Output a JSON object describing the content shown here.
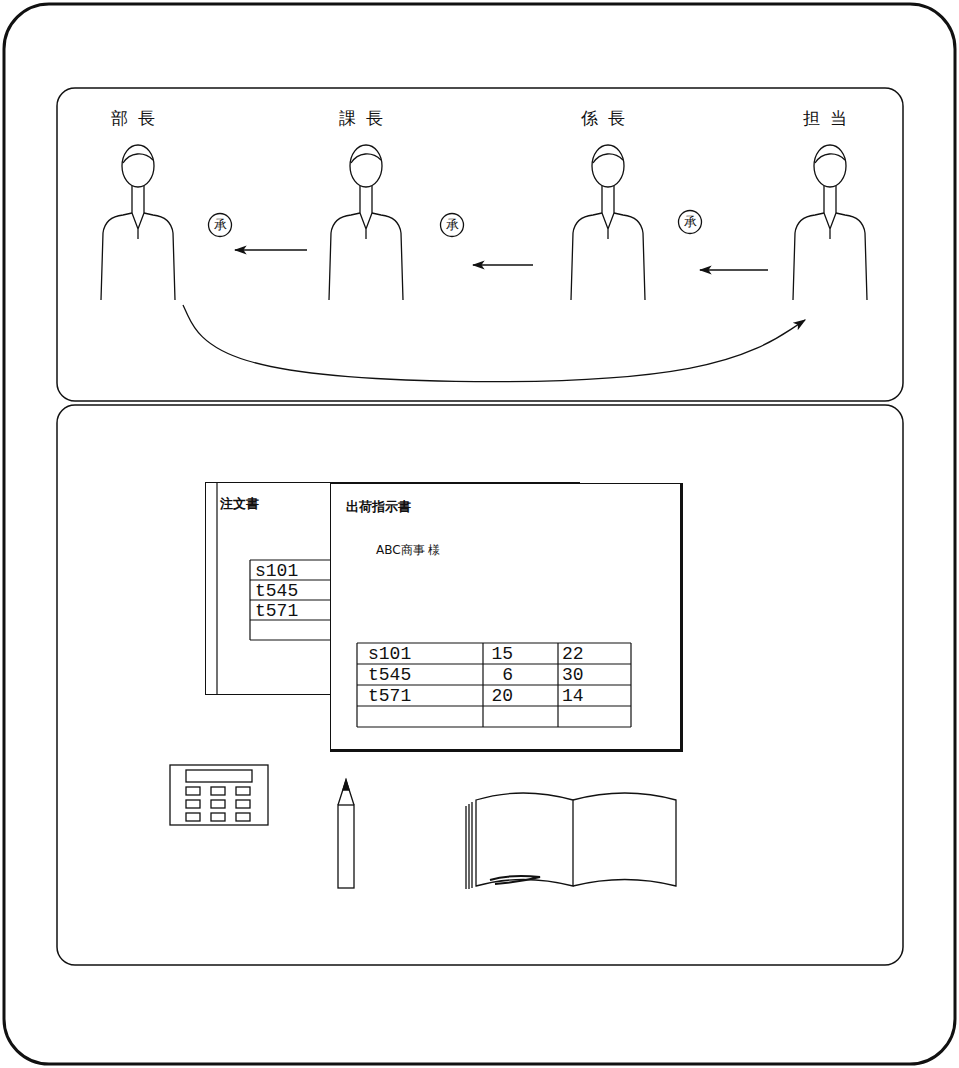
{
  "diagram": {
    "nodes": [
      {
        "text": [
          "部長"
        ]
      },
      {
        "text": [
          "承"
        ]
      },
      {
        "text": [
          "課長"
        ]
      },
      {
        "text": [
          "承"
        ]
      },
      {
        "text": [
          "係長"
        ]
      },
      {
        "text": [
          "承"
        ]
      },
      {
        "text": [
          "担当"
        ]
      },
      {
        "text": [
          "注文書"
        ]
      },
      {
        "text": [
          "出荷指示書",
          "ABC商事 様"
        ]
      }
    ],
    "edges": [
      {
        "from": 6,
        "to": 4,
        "arrow": "to"
      },
      {
        "from": 4,
        "to": 2,
        "arrow": "to"
      },
      {
        "from": 2,
        "to": 0,
        "arrow": "to"
      },
      {
        "from": 0,
        "to": 6,
        "arrow": "to"
      }
    ],
    "labels": [
      "s101",
      "t545",
      "t571",
      "s101",
      "15",
      "22",
      "t545",
      "6",
      "30",
      "t571",
      "20",
      "14"
    ]
  }
}
